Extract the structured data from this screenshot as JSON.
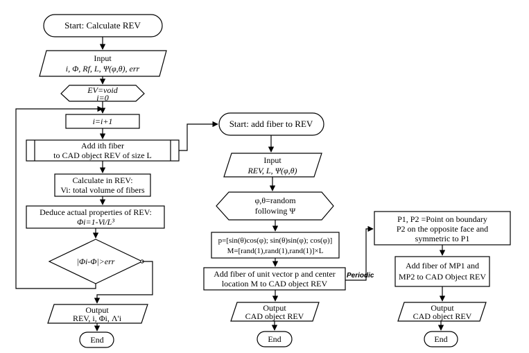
{
  "col1": {
    "start": "Start: Calculate REV",
    "input": {
      "title": "Input",
      "params": "i, Φ, Rf, L, Ψ(φ,θ), err"
    },
    "init": {
      "line1": "EV=void",
      "line2": "i=0"
    },
    "increment": "i=i+1",
    "add_fiber": {
      "line1": "Add ith fiber",
      "line2": "to CAD object REV of size L"
    },
    "calculate": {
      "line1": "Calculate in REV:",
      "line2": "Vi: total volume of fibers"
    },
    "deduce": {
      "line1": "Deduce actual properties of REV:",
      "line2": "Φi=1-Vi/L³"
    },
    "decision": "|Φi-Φ|>err",
    "output": {
      "title": "Output",
      "values": "REV, i, Φi, Λ'i"
    },
    "end": "End"
  },
  "col2": {
    "start": "Start: add fiber to REV",
    "input": {
      "title": "Input",
      "params": "REV, L, Ψ(φ,θ)"
    },
    "random": {
      "line1": "φ,θ=random",
      "line2": "following Ψ"
    },
    "compute": {
      "line1": "p=[sin(θ)cos(φ); sin(θ)sin(φ); cos(φ)]",
      "line2": "M=[rand(1),rand(1),rand(1)]×L"
    },
    "add": {
      "line1": "Add fiber of unit vector p and center",
      "line2": "location M to CAD object REV"
    },
    "periodic_label": "Periodic",
    "output": {
      "title": "Output",
      "values": "CAD object REV"
    },
    "end": "End"
  },
  "col3": {
    "points": {
      "line1": "P1, P2 =Point on boundary",
      "line2": "P2 on the opposite face and",
      "line3": "symmetric to P1"
    },
    "add": {
      "line1": "Add fiber of MP1 and",
      "line2": "MP2 to CAD Object REV"
    },
    "output": {
      "title": "Output",
      "values": "CAD object REV"
    },
    "end": "End"
  }
}
